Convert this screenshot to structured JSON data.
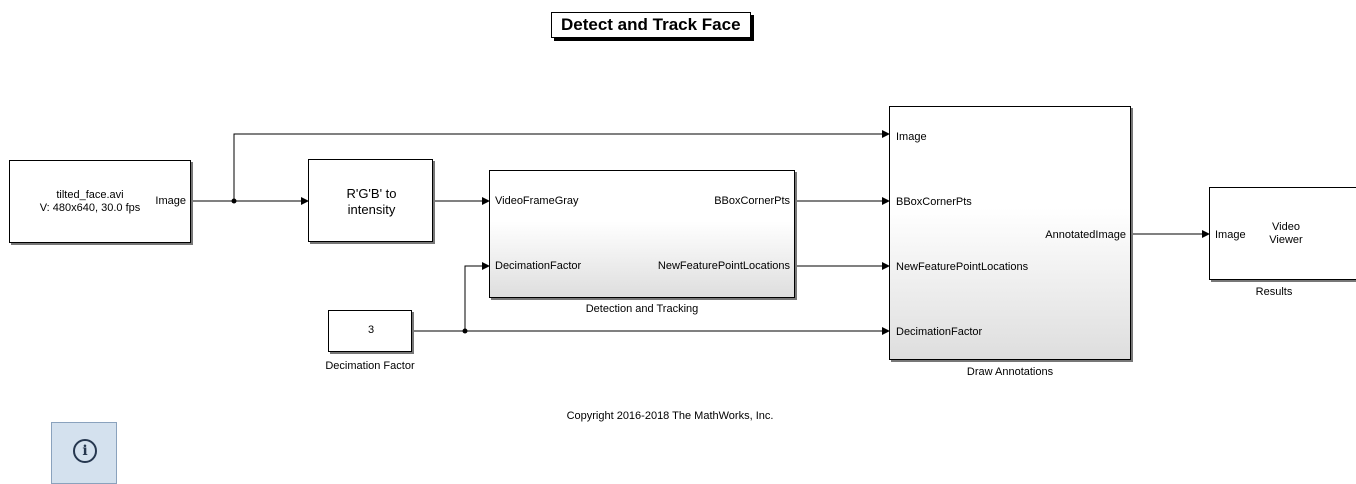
{
  "title": "Detect and Track Face",
  "source_block": {
    "line1": "tilted_face.avi",
    "line2": "V: 480x640, 30.0 fps",
    "port": "Image"
  },
  "rgb_block": {
    "label": "R'G'B' to\nintensity"
  },
  "detection_block": {
    "caption": "Detection and Tracking",
    "in_ports": [
      "VideoFrameGray",
      "DecimationFactor"
    ],
    "out_ports": [
      "BBoxCornerPts",
      "NewFeaturePointLocations"
    ]
  },
  "constant_block": {
    "value": "3",
    "caption": "Decimation Factor"
  },
  "annotations_block": {
    "caption": "Draw Annotations",
    "in_ports": [
      "Image",
      "BBoxCornerPts",
      "NewFeaturePointLocations",
      "DecimationFactor"
    ],
    "out_port": "AnnotatedImage"
  },
  "viewer_block": {
    "port": "Image",
    "label_line1": "Video",
    "label_line2": "Viewer",
    "caption": "Results"
  },
  "copyright": "Copyright 2016-2018 The MathWorks, Inc.",
  "info_button": {
    "icon": "info-icon",
    "glyph": "i"
  }
}
